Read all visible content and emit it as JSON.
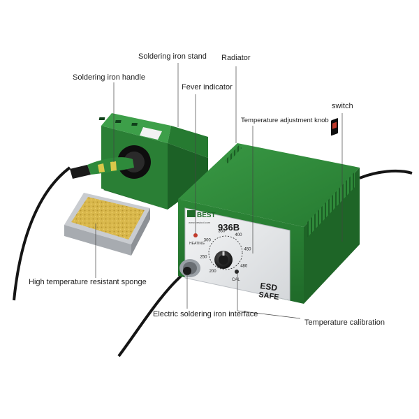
{
  "product": {
    "brand_text": "BEST",
    "brand_subtext": "www.bestool.com",
    "model": "936B",
    "status_label": "HEATING",
    "calibration_label": "CAL",
    "esd_line1": "ESD",
    "esd_line2": "SAFE",
    "dial_ticks": [
      "200",
      "250",
      "300",
      "350",
      "400",
      "450",
      "480"
    ],
    "colors": {
      "body_green": "#2f8a3a",
      "dark_green": "#1e6a2a",
      "panel_silver": "#e8eaec",
      "sponge_yellow": "#d8b64a",
      "cable_black": "#1a1a1a"
    }
  },
  "callouts": {
    "stand": "Soldering iron stand",
    "radiator": "Radiator",
    "handle": "Soldering iron handle",
    "fever_indicator": "Fever indicator",
    "temp_knob": "Temperature adjustment knob",
    "switch": "switch",
    "sponge": "High temperature resistant sponge",
    "interface": "Electric soldering iron interface",
    "calibration": "Temperature calibration"
  }
}
